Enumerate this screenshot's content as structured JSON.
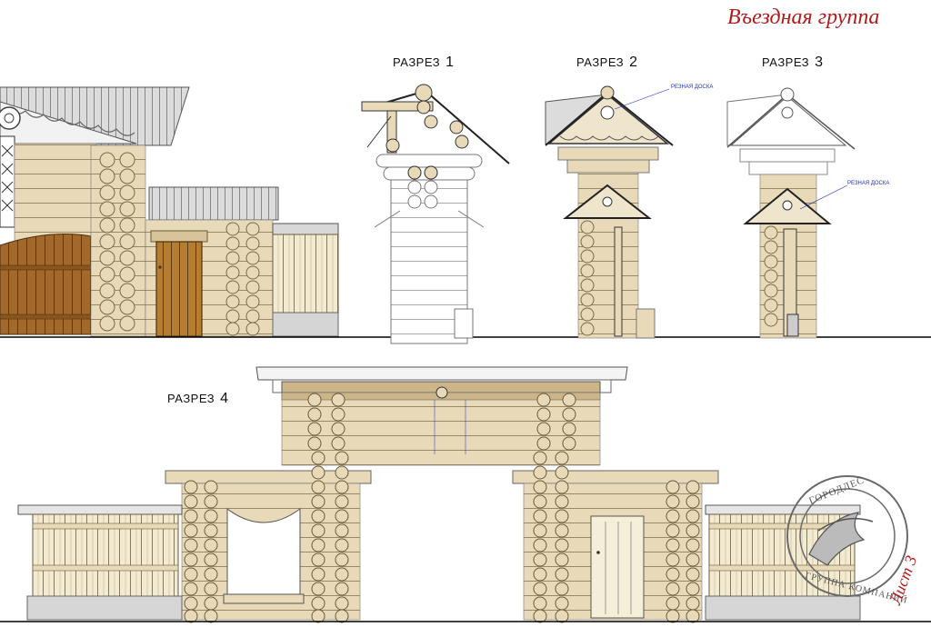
{
  "title": "Въездная группа",
  "sections": [
    {
      "label": "РАЗРЕЗ",
      "num": "1"
    },
    {
      "label": "РАЗРЕЗ",
      "num": "2"
    },
    {
      "label": "РАЗРЕЗ",
      "num": "3"
    },
    {
      "label": "РАЗРЕЗ",
      "num": "4"
    }
  ],
  "notes": {
    "carved_board_1": "РЕЗНАЯ ДОСКА",
    "carved_board_2": "РЕЗНАЯ ДОСКА"
  },
  "stamp": {
    "top_text": "ГОРОДЛЕС",
    "bottom_text": "ГРУППА КОМПАНИЙ"
  },
  "sheet_label": "Лист 3",
  "colors": {
    "log": "#e8d9b8",
    "log_dark": "#cdb58a",
    "roof": "#d6d6d6",
    "door": "#b07a2a",
    "fence": "#a06a2a",
    "title": "#b01c1c",
    "annotation": "#2030c0"
  }
}
